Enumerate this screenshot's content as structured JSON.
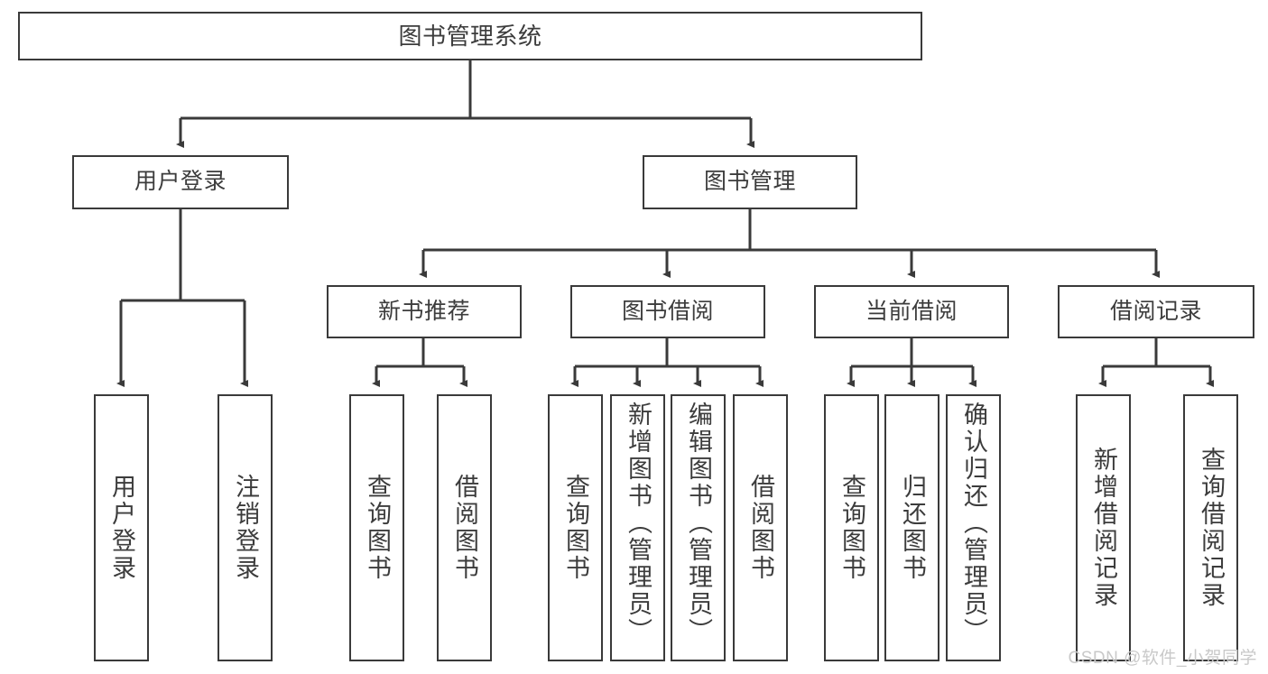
{
  "diagram": {
    "title": "图书管理系统",
    "type": "hierarchy-tree",
    "root": {
      "id": "root",
      "label": "图书管理系统"
    },
    "level2": [
      {
        "id": "user-login",
        "label": "用户登录"
      },
      {
        "id": "book-manage",
        "label": "图书管理"
      }
    ],
    "level3": [
      {
        "id": "new-book-recommend",
        "label": "新书推荐",
        "parent": "book-manage"
      },
      {
        "id": "book-borrow",
        "label": "图书借阅",
        "parent": "book-manage"
      },
      {
        "id": "current-borrow",
        "label": "当前借阅",
        "parent": "book-manage"
      },
      {
        "id": "borrow-record",
        "label": "借阅记录",
        "parent": "book-manage"
      }
    ],
    "leaves": {
      "user_login": [
        {
          "id": "leaf-user-login",
          "label": "用户登录"
        },
        {
          "id": "leaf-user-logout",
          "label": "注销登录"
        }
      ],
      "new_book_recommend": [
        {
          "id": "leaf-query-book-1",
          "label": "查询图书"
        },
        {
          "id": "leaf-borrow-book-1",
          "label": "借阅图书"
        }
      ],
      "book_borrow": [
        {
          "id": "leaf-query-book-2",
          "label": "查询图书"
        },
        {
          "id": "leaf-add-book",
          "label": "新增图书（管理员）"
        },
        {
          "id": "leaf-edit-book",
          "label": "编辑图书（管理员）"
        },
        {
          "id": "leaf-borrow-book-2",
          "label": "借阅图书"
        }
      ],
      "current_borrow": [
        {
          "id": "leaf-query-book-3",
          "label": "查询图书"
        },
        {
          "id": "leaf-return-book",
          "label": "归还图书"
        },
        {
          "id": "leaf-confirm-return",
          "label": "确认归还（管理员）"
        }
      ],
      "borrow_record": [
        {
          "id": "leaf-add-record",
          "label": "新增借阅记录"
        },
        {
          "id": "leaf-query-record",
          "label": "查询借阅记录"
        }
      ]
    }
  },
  "watermark": "CSDN @软件_小贺同学",
  "colors": {
    "border": "#3a3a3a",
    "text": "#3c3c3c",
    "background": "#ffffff",
    "watermark": "#c9c9c9"
  }
}
